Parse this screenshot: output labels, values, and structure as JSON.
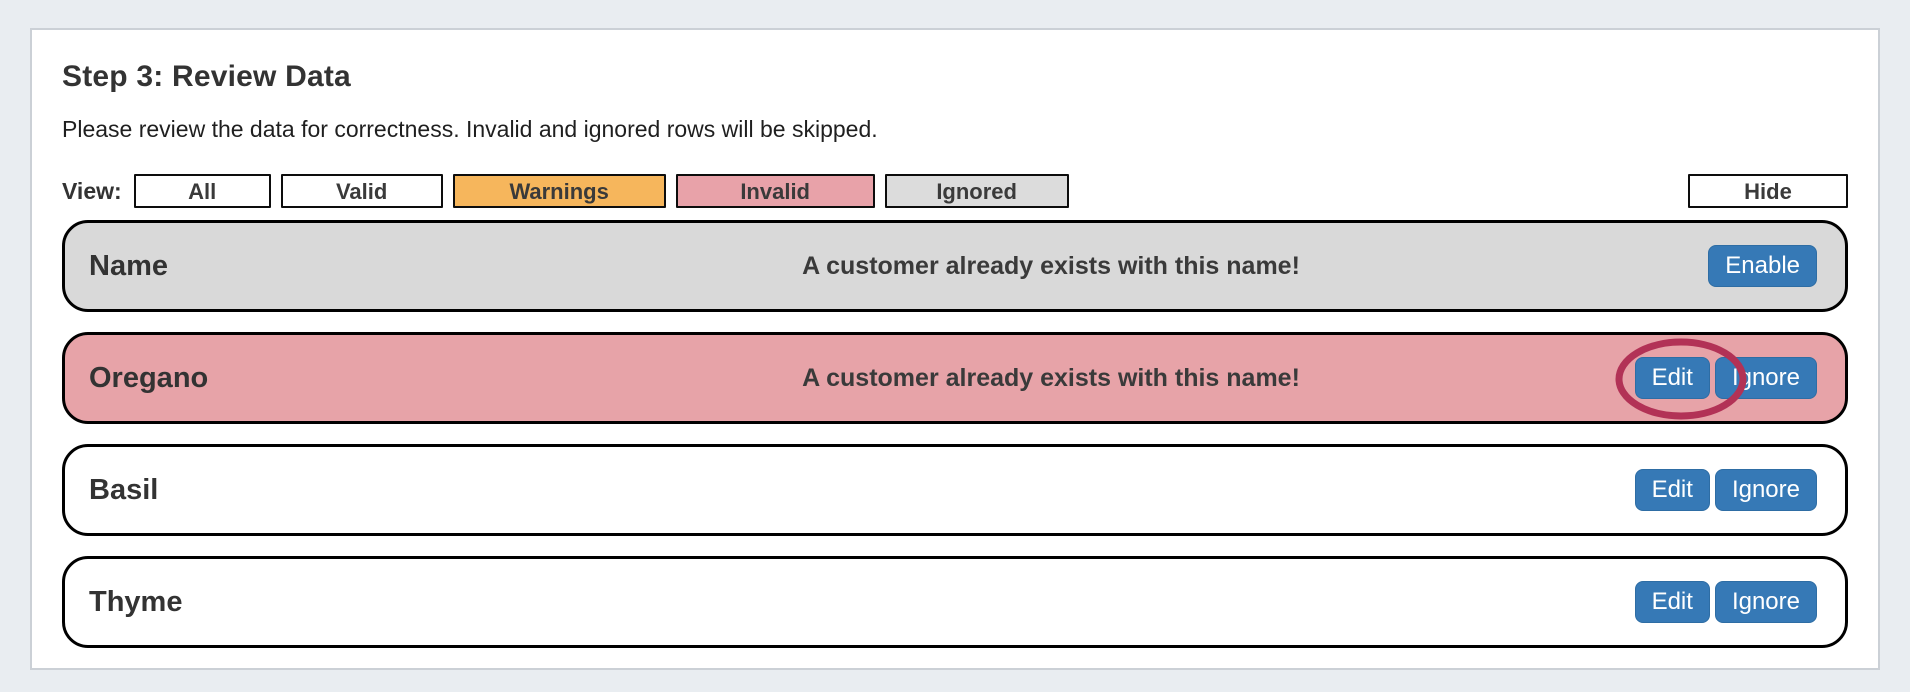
{
  "header": {
    "title": "Step 3: Review Data",
    "subtitle": "Please review the data for correctness. Invalid and ignored rows will be skipped."
  },
  "filter_bar": {
    "label": "View:",
    "options": [
      {
        "id": "all",
        "label": "All",
        "color": "#ffffff"
      },
      {
        "id": "valid",
        "label": "Valid",
        "color": "#ffffff"
      },
      {
        "id": "warnings",
        "label": "Warnings",
        "color": "#f6b65c"
      },
      {
        "id": "invalid",
        "label": "Invalid",
        "color": "#e8a2a9"
      },
      {
        "id": "ignored",
        "label": "Ignored",
        "color": "#dcdcdc"
      }
    ],
    "hide_label": "Hide"
  },
  "rows": [
    {
      "name": "Name",
      "status": "ignored",
      "message": "A customer already exists with this name!",
      "actions": {
        "enable": "Enable"
      }
    },
    {
      "name": "Oregano",
      "status": "invalid",
      "message": "A customer already exists with this name!",
      "actions": {
        "edit": "Edit",
        "ignore": "Ignore"
      },
      "annotation": "edit-button-circled"
    },
    {
      "name": "Basil",
      "status": "valid",
      "message": "",
      "actions": {
        "edit": "Edit",
        "ignore": "Ignore"
      }
    },
    {
      "name": "Thyme",
      "status": "valid",
      "message": "",
      "actions": {
        "edit": "Edit",
        "ignore": "Ignore"
      }
    }
  ],
  "colors": {
    "page_background": "#e9edf1",
    "panel_background": "#ffffff",
    "warning": "#f6b65c",
    "invalid": "#e7a3a8",
    "ignored": "#d9d9d9",
    "action_button_blue": "#3679b6",
    "annotation_ellipse": "#b23256"
  }
}
